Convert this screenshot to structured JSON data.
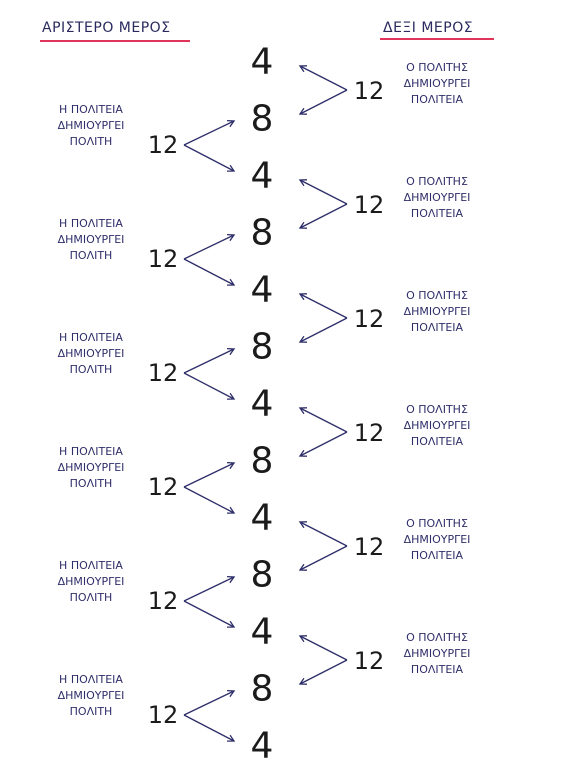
{
  "headers": {
    "left": "ΑΡΙΣΤΕΡΟ ΜΕΡΟΣ",
    "right": "ΔΕΞΙ ΜΕΡΟΣ"
  },
  "colors": {
    "accent_line": "#e0345a",
    "text": "#2e2e6a",
    "arrow": "#2e2e6a"
  },
  "center_column": [
    "4",
    "8",
    "4",
    "8",
    "4",
    "8",
    "4",
    "8",
    "4",
    "8",
    "4",
    "8",
    "4"
  ],
  "left_blocks": [
    {
      "number": "12",
      "lines": [
        "Η ΠΟΛΙΤΕΙΑ",
        "ΔΗΜΙΟΥΡΓΕΙ",
        "ΠΟΛΙΤΗ"
      ]
    },
    {
      "number": "12",
      "lines": [
        "Η ΠΟΛΙΤΕΙΑ",
        "ΔΗΜΙΟΥΡΓΕΙ",
        "ΠΟΛΙΤΗ"
      ]
    },
    {
      "number": "12",
      "lines": [
        "Η ΠΟΛΙΤΕΙΑ",
        "ΔΗΜΙΟΥΡΓΕΙ",
        "ΠΟΛΙΤΗ"
      ]
    },
    {
      "number": "12",
      "lines": [
        "Η ΠΟΛΙΤΕΙΑ",
        "ΔΗΜΙΟΥΡΓΕΙ",
        "ΠΟΛΙΤΗ"
      ]
    },
    {
      "number": "12",
      "lines": [
        "Η ΠΟΛΙΤΕΙΑ",
        "ΔΗΜΙΟΥΡΓΕΙ",
        "ΠΟΛΙΤΗ"
      ]
    },
    {
      "number": "12",
      "lines": [
        "Η ΠΟΛΙΤΕΙΑ",
        "ΔΗΜΙΟΥΡΓΕΙ",
        "ΠΟΛΙΤΗ"
      ]
    }
  ],
  "right_blocks": [
    {
      "number": "12",
      "lines": [
        "Ο ΠΟΛΙΤΗΣ",
        "ΔΗΜΙΟΥΡΓΕΙ",
        "ΠΟΛΙΤΕΙΑ"
      ]
    },
    {
      "number": "12",
      "lines": [
        "Ο ΠΟΛΙΤΗΣ",
        "ΔΗΜΙΟΥΡΓΕΙ",
        "ΠΟΛΙΤΕΙΑ"
      ]
    },
    {
      "number": "12",
      "lines": [
        "Ο ΠΟΛΙΤΗΣ",
        "ΔΗΜΙΟΥΡΓΕΙ",
        "ΠΟΛΙΤΕΙΑ"
      ]
    },
    {
      "number": "12",
      "lines": [
        "Ο ΠΟΛΙΤΗΣ",
        "ΔΗΜΙΟΥΡΓΕΙ",
        "ΠΟΛΙΤΕΙΑ"
      ]
    },
    {
      "number": "12",
      "lines": [
        "Ο ΠΟΛΙΤΗΣ",
        "ΔΗΜΙΟΥΡΓΕΙ",
        "ΠΟΛΙΤΕΙΑ"
      ]
    },
    {
      "number": "12",
      "lines": [
        "Ο ΠΟΛΙΤΗΣ",
        "ΔΗΜΙΟΥΡΓΕΙ",
        "ΠΟΛΙΤΕΙΑ"
      ]
    }
  ]
}
